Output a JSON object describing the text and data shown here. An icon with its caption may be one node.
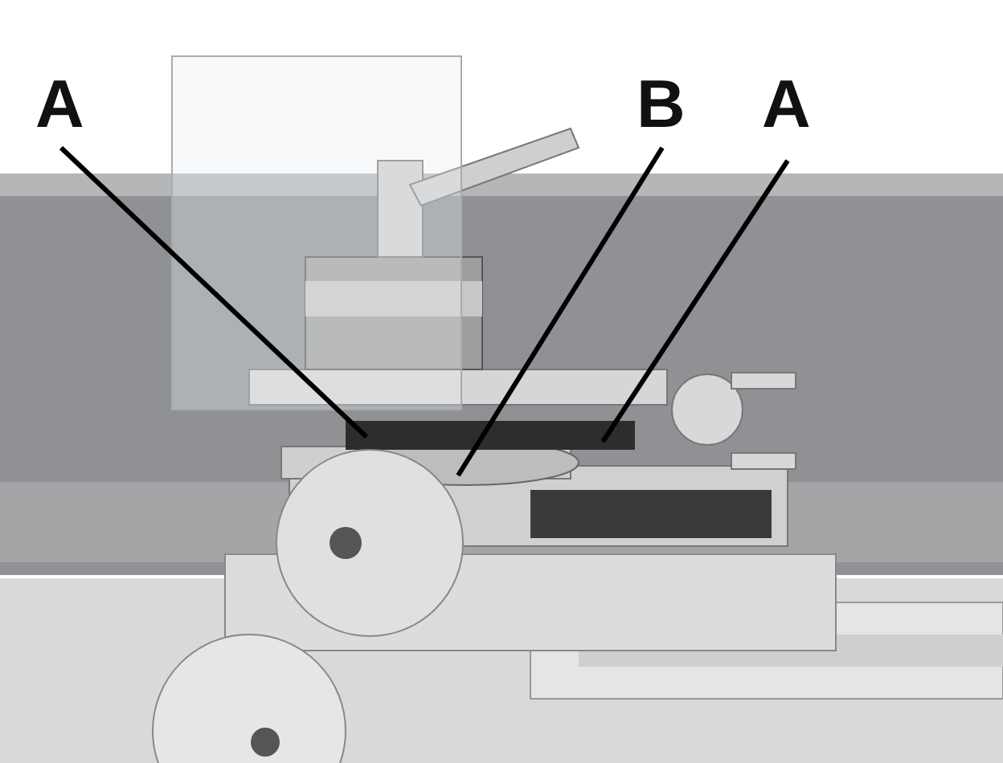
{
  "diagram": {
    "nodes": [
      {
        "text": [
          "A"
        ]
      },
      {
        "text": [
          "B"
        ]
      },
      {
        "text": [
          "A"
        ]
      }
    ],
    "edges": [
      {
        "from": 0,
        "to": null,
        "arrow": "none"
      },
      {
        "from": 1,
        "to": null,
        "arrow": "none"
      },
      {
        "from": 2,
        "to": null,
        "arrow": "none"
      }
    ]
  }
}
